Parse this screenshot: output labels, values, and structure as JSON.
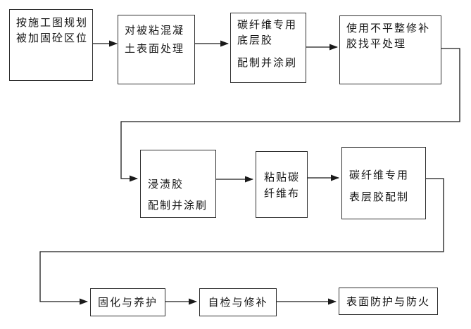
{
  "diagram": {
    "title": "CFRP reinforcement construction process flowchart",
    "colors": {
      "background": "#ffffff",
      "line": "#1a1a1a",
      "box_border": "#2f2f2f",
      "text": "#151515"
    },
    "boxes": [
      {
        "id": "step-1",
        "lines": [
          "按施工图规划",
          "被加固砼区位"
        ]
      },
      {
        "id": "step-2",
        "lines": [
          "对被粘混凝",
          "土表面处理"
        ]
      },
      {
        "id": "step-3",
        "lines": [
          "碳纤维专用",
          "底层胶",
          "配制并涂刷"
        ]
      },
      {
        "id": "step-4",
        "lines": [
          "使用不平整修补",
          "胶找平处理"
        ]
      },
      {
        "id": "step-5",
        "lines": [
          "浸渍胶",
          "配制并涂刷"
        ]
      },
      {
        "id": "step-6",
        "lines": [
          "粘贴碳",
          "纤维布"
        ]
      },
      {
        "id": "step-7",
        "lines": [
          "碳纤维专用",
          "表层胶配制"
        ]
      },
      {
        "id": "step-8",
        "lines": [
          "固化与养护"
        ]
      },
      {
        "id": "step-9",
        "lines": [
          "自检与修补"
        ]
      },
      {
        "id": "step-10",
        "lines": [
          "表面防护与防火"
        ]
      }
    ],
    "edges": [
      {
        "from": "step-1",
        "to": "step-2"
      },
      {
        "from": "step-2",
        "to": "step-3"
      },
      {
        "from": "step-3",
        "to": "step-4"
      },
      {
        "from": "step-4",
        "to": "step-5"
      },
      {
        "from": "step-5",
        "to": "step-6"
      },
      {
        "from": "step-6",
        "to": "step-7"
      },
      {
        "from": "step-7",
        "to": "step-8"
      },
      {
        "from": "step-8",
        "to": "step-9"
      },
      {
        "from": "step-9",
        "to": "step-10"
      }
    ]
  }
}
